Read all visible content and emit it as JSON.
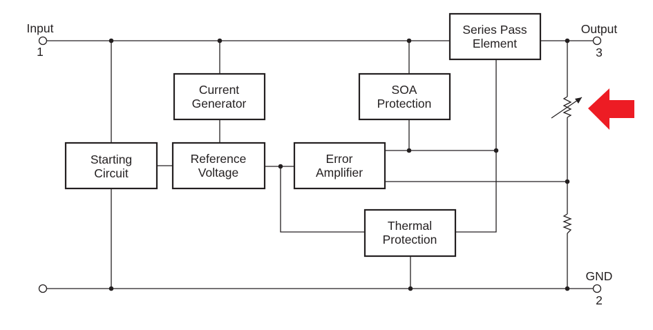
{
  "terminals": {
    "input": {
      "label": "Input",
      "number": "1"
    },
    "output": {
      "label": "Output",
      "number": "3"
    },
    "gnd": {
      "label": "GND",
      "number": "2"
    }
  },
  "blocks": {
    "series_pass": {
      "line1": "Series Pass",
      "line2": "Element"
    },
    "current_generator": {
      "line1": "Current",
      "line2": "Generator"
    },
    "soa_protection": {
      "line1": "SOA",
      "line2": "Protection"
    },
    "starting_circuit": {
      "line1": "Starting",
      "line2": "Circuit"
    },
    "reference_voltage": {
      "line1": "Reference",
      "line2": "Voltage"
    },
    "error_amplifier": {
      "line1": "Error",
      "line2": "Amplifier"
    },
    "thermal_protection": {
      "line1": "Thermal",
      "line2": "Protection"
    }
  },
  "colors": {
    "line": "#231f20",
    "arrow": "#ed1c24"
  },
  "icons": {
    "adjust_arrow": "red-arrow-left-icon",
    "variable_resistor": "variable-resistor-icon",
    "fixed_resistor": "resistor-icon"
  }
}
